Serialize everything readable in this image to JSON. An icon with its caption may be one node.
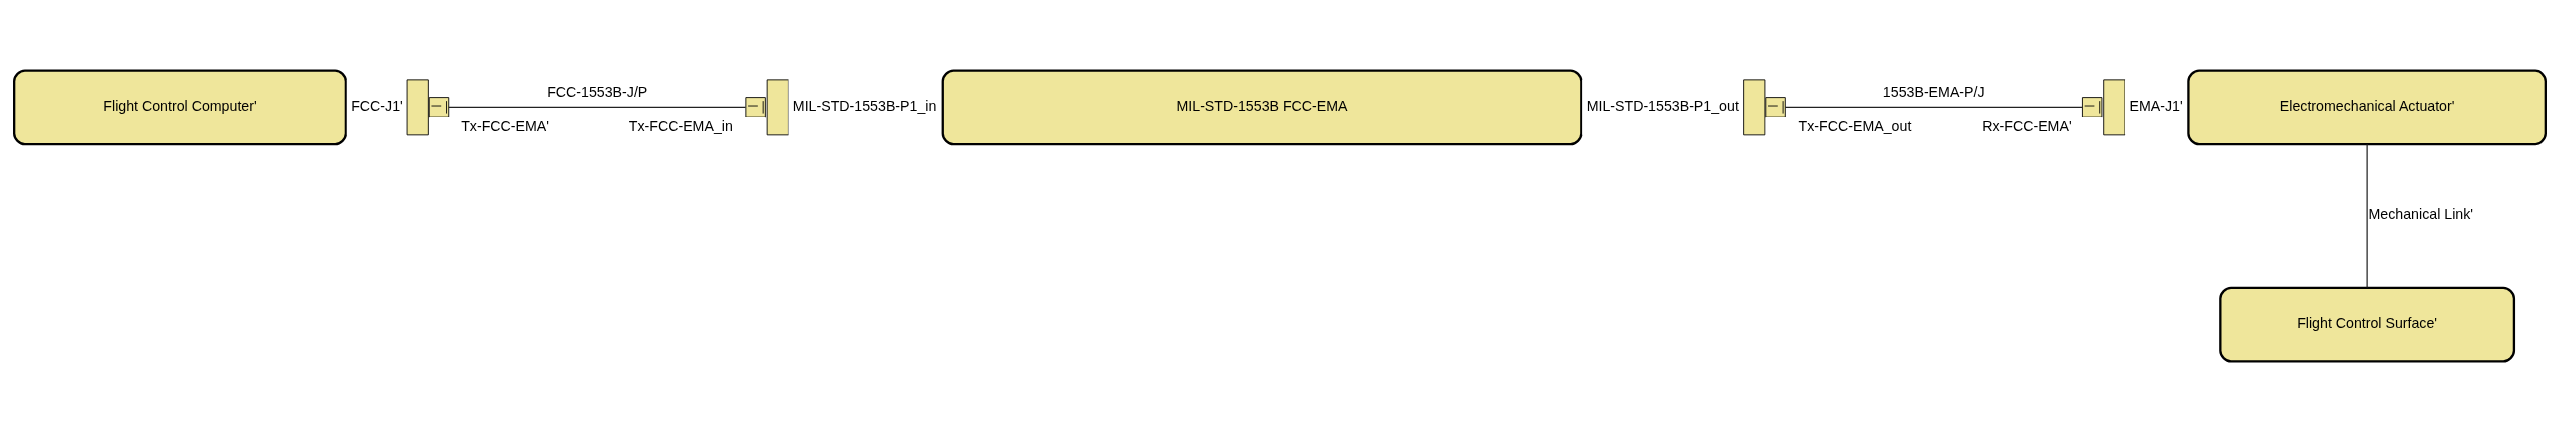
{
  "diagram": {
    "nodes": [
      {
        "text": [
          "Flight Control Computer'"
        ]
      },
      {
        "text": [
          "FCC-J1'"
        ]
      },
      {
        "text": [
          "Tx-FCC-EMA'"
        ]
      },
      {
        "text": [
          "Tx-FCC-EMA_in"
        ]
      },
      {
        "text": [
          "MIL-STD-1553B-P1_in"
        ]
      },
      {
        "text": [
          "MIL-STD-1553B FCC-EMA"
        ]
      },
      {
        "text": [
          "MIL-STD-1553B-P1_out"
        ]
      },
      {
        "text": [
          "Tx-FCC-EMA_out"
        ]
      },
      {
        "text": [
          "Rx-FCC-EMA'"
        ]
      },
      {
        "text": [
          "EMA-J1'"
        ]
      },
      {
        "text": [
          "Electromechanical Actuator'"
        ]
      },
      {
        "text": [
          "Flight Control Surface'"
        ]
      }
    ],
    "edges": [
      {
        "from": 2,
        "to": 3,
        "arrow": "none",
        "label": "FCC-1553B-J/P"
      },
      {
        "from": 7,
        "to": 8,
        "arrow": "none",
        "label": "1553B-EMA-P/J"
      },
      {
        "from": 10,
        "to": 11,
        "arrow": "none",
        "label": "Mechanical Link'"
      }
    ]
  }
}
